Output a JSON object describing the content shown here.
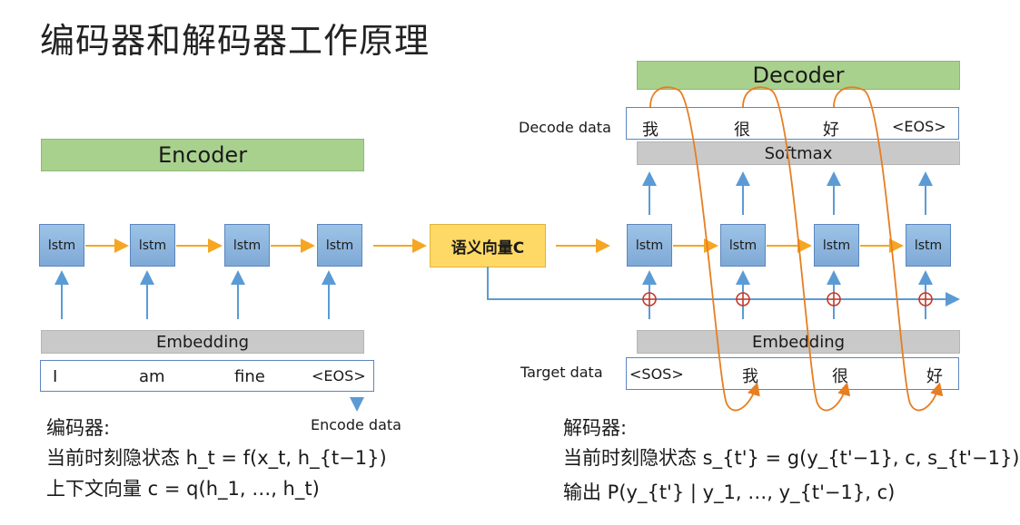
{
  "title": "编码器和解码器工作原理",
  "encoder": {
    "label": "Encoder",
    "cell_label": "lstm",
    "embedding_label": "Embedding",
    "input_tokens": [
      "I",
      "am",
      "fine",
      "<EOS>"
    ],
    "input_caption": "Encode data",
    "section_title": "编码器:",
    "formula_state": "当前时刻隐状态 h_t = f(x_t, h_{t−1})",
    "formula_context": "上下文向量 c = q(h_1, …, h_t)"
  },
  "context": {
    "label": "语义向量C"
  },
  "decoder": {
    "label": "Decoder",
    "cell_label": "lstm",
    "softmax_label": "Softmax",
    "embedding_label": "Embedding",
    "output_caption": "Decode data",
    "output_tokens": [
      "我",
      "很",
      "好",
      "<EOS>"
    ],
    "target_caption": "Target data",
    "target_tokens": [
      "<SOS>",
      "我",
      "很",
      "好"
    ],
    "section_title": "解码器:",
    "formula_state": "当前时刻隐状态 s_{t'} = g(y_{t'−1}, c, s_{t'−1})",
    "formula_output": "输出 P(y_{t'} | y_1, …, y_{t'−1}, c)"
  },
  "colors": {
    "green": "#a9d18e",
    "gray": "#c9c9c9",
    "lstm_blue": "#9dc3e6",
    "context_yellow": "#ffd966",
    "arrow_orange": "#f5a623",
    "arrow_blue": "#5b9bd5",
    "loop_orange": "#e67e22",
    "plus_red": "#c0392b"
  }
}
